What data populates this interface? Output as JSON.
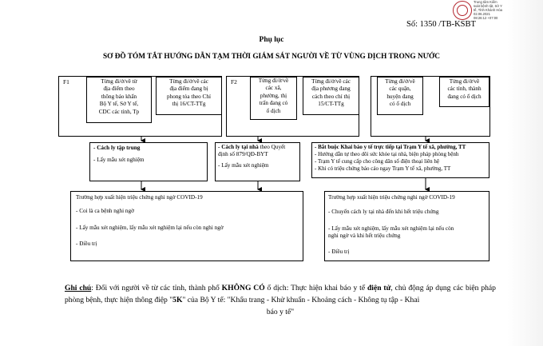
{
  "stamp": {
    "lines": [
      "Trung tâm Kiểm",
      "soát bệnh tật, Sở Y",
      "tế, Tỉnh Khánh Hòa",
      "02.06.2021",
      "08:26:12 +07:00"
    ]
  },
  "header": {
    "doc_number": "Số:  1350 /TB-KSBT",
    "appendix": "Phụ lục",
    "title": "SƠ ĐỒ TÓM TẮT HƯỚNG DẪN TẠM THỜI GIÁM SÁT NGƯỜI VỀ TỪ VÙNG DỊCH TRONG NƯỚC"
  },
  "groups": {
    "f1_label": "F1",
    "f2_label": "F2",
    "f1_a": [
      "Từng đi/ở/về từ",
      "địa điểm theo",
      "thông báo khẩn",
      "Bộ Y tế, Sở Y tế,",
      "CDC các tỉnh, Tp"
    ],
    "f1_b": [
      "Từng đi/ở/về các",
      "địa điểm đang bị",
      "phong tỏa theo Chỉ",
      "thị 16/CT-TTg"
    ],
    "f2_a": [
      "Từng đi/ở/về",
      "các xã,",
      "phường, thị",
      "trấn đang có",
      "ổ dịch"
    ],
    "f2_b": [
      "Từng đi/ở/về các",
      "địa phương đang",
      "cách theo chỉ thị",
      "15/CT-TTg"
    ],
    "g3_a": [
      "Từng đi/ở/về",
      "các quận,",
      "huyện đang",
      "có ổ dịch"
    ],
    "g3_b": [
      "Từng đi/ở/về",
      "các tỉnh, thành",
      "đang có ổ dịch"
    ]
  },
  "measures": {
    "m1": {
      "line1": "- Cách ly tập trung",
      "line2": "- Lấy mẫu xét nghiệm"
    },
    "m2": {
      "line1_bold": "- Cách ly tại nhà",
      "line1_rest": " theo Quyết",
      "line2": "định số  879/QĐ-BYT",
      "line3": "- Lấy mẫu xét nghiệm"
    },
    "m3": {
      "line1_bold": "- Bắt buộc Khai báo y tế trực tiếp tại Trạm Y tế xã, phường, TT",
      "line2": "- Hướng dẫn tự theo dõi sức khỏe tại nhà, biện pháp phòng bệnh",
      "line3": "- Trạm Y tế cung cấp cho công dân số điện thoại liên hệ",
      "line4": "- Khi có triệu chứng báo cáo ngay Trạm Y tế xã, phường, TT"
    }
  },
  "suspect": {
    "left": {
      "title": "Trường hợp xuất hiện triệu chứng nghi ngờ COVID-19",
      "items": [
        "- Coi là ca bệnh nghi ngờ",
        "- Lấy mẫu xét nghiệm, lấy mẫu xét nghiệm lại nếu còn nghi ngờ",
        "- Điều trị"
      ]
    },
    "right": {
      "title": "Trường hợp xuất hiện triệu chứng nghi ngờ COVID-19",
      "items": [
        "- Chuyển cách ly tại nhà đến khi hết triệu chứng",
        "- Lấy mẫu xét nghiệm, lấy mẫu xét nghiệm lại nếu còn",
        "nghi ngờ và khi hết triệu chứng",
        "- Điều trị"
      ]
    }
  },
  "note": {
    "label": "Ghi chú",
    "p1": ": Đối với người về từ các tỉnh, thành phố ",
    "p1_bold": "KHÔNG CÓ",
    "p2": " ổ dịch: Thực hiện khai báo y tế ",
    "p2_bold": "điện tử",
    "p3": ", chủ động áp dụng các biện pháp phòng bệnh, thực hiện thông điệp \"",
    "p3_bold": "5K",
    "p4": "\" của Bộ Y tế: \"Khẩu trang - Khử khuẩn - Khoảng cách - Không tụ tập - Khai",
    "tail": "báo y tế\""
  }
}
